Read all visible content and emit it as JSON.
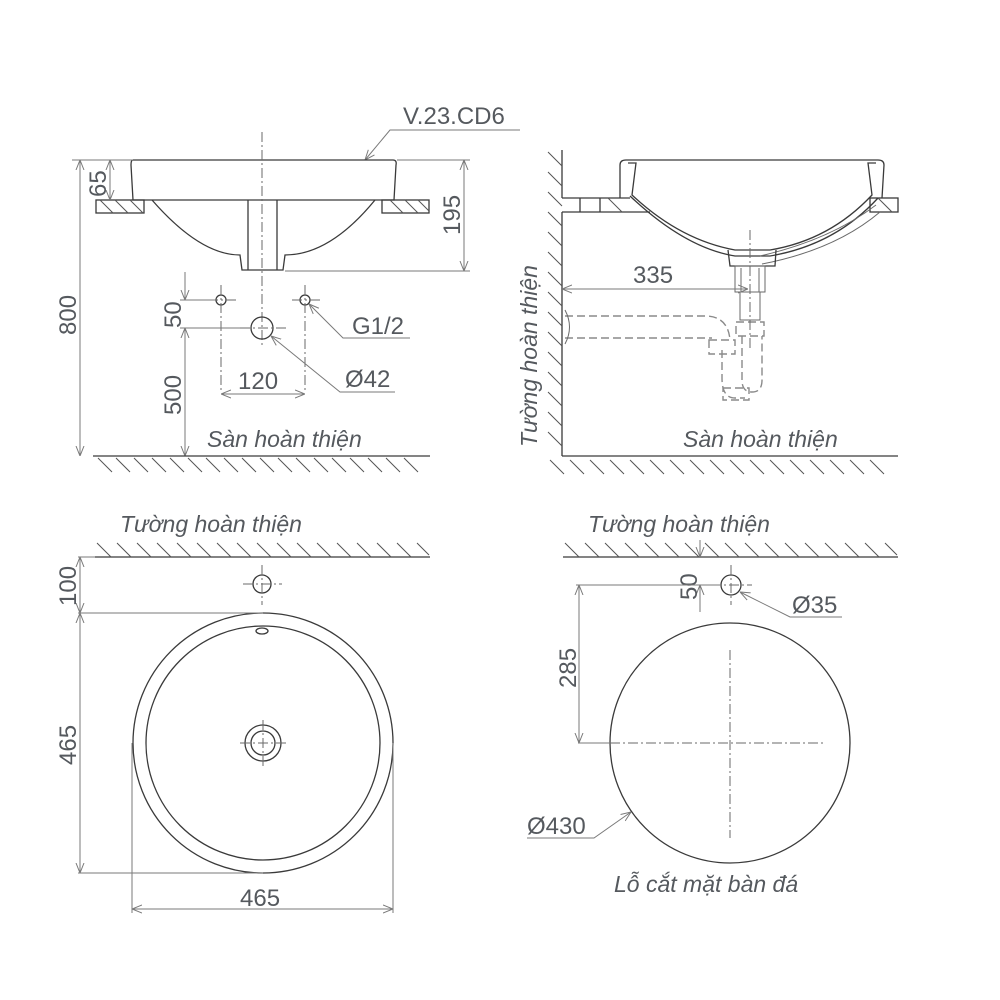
{
  "model_label": "V.23.CD6",
  "colors": {
    "line": "#3a3a3a",
    "text": "#55595e",
    "dimension": "#7a7a7a"
  },
  "front_view": {
    "dim_total_height": "800",
    "dim_rim": "65",
    "dim_basin_depth": "195",
    "dim_inlet_offset": "50",
    "dim_drain_height": "500",
    "dim_inlet_spacing": "120",
    "label_inlet": "G1/2",
    "label_drain": "Ø42",
    "label_floor": "Sàn hoàn thiện"
  },
  "side_view": {
    "dim_wall_to_drain": "335",
    "label_wall": "Tường hoàn thiện",
    "label_floor": "Sàn hoàn thiện"
  },
  "top_view": {
    "label_wall": "Tường hoàn thiện",
    "dim_wall_offset": "100",
    "dim_depth": "465",
    "dim_width": "465"
  },
  "cutout_view": {
    "label_wall": "Tường hoàn thiện",
    "dim_faucet_offset": "50",
    "dim_center_offset": "285",
    "label_faucet_hole": "Ø35",
    "label_cutout_diameter": "Ø430",
    "caption": "Lỗ cắt mặt bàn đá"
  }
}
